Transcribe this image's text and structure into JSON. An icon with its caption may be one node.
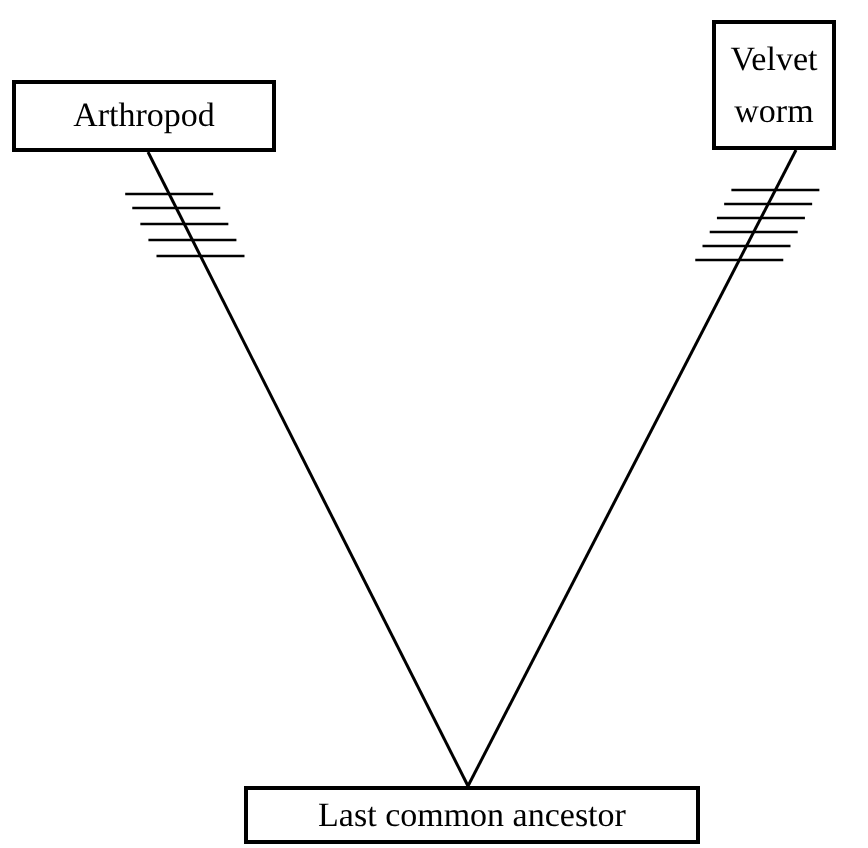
{
  "diagram": {
    "nodes": [
      {
        "text": [
          "Arthropod"
        ]
      },
      {
        "text": [
          "Velvet worm"
        ]
      },
      {
        "text": [
          "Last common ancestor"
        ]
      }
    ],
    "edges": [
      {
        "from": 2,
        "to": 0,
        "arrow": "none"
      },
      {
        "from": 2,
        "to": 1,
        "arrow": "none"
      }
    ]
  }
}
